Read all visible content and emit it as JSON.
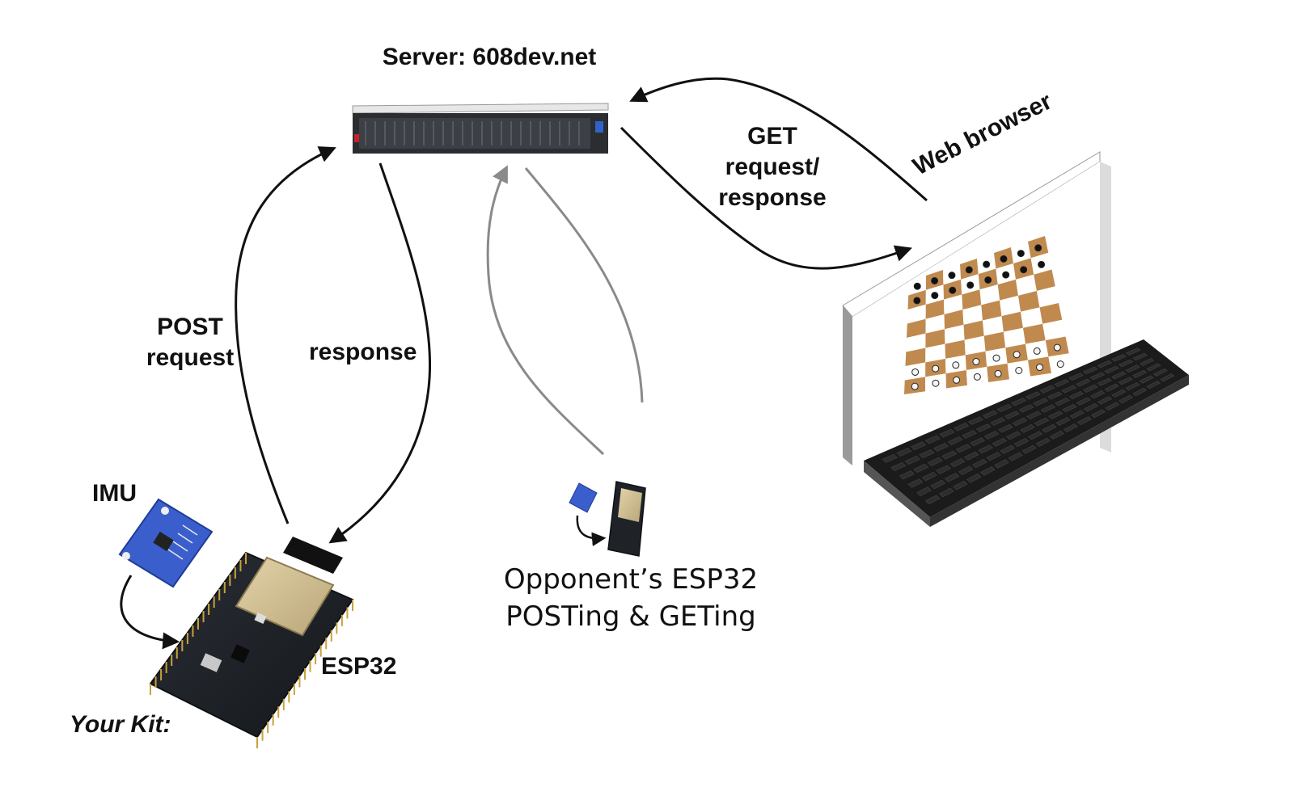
{
  "server": {
    "title": "Server: 608dev.net"
  },
  "edges": {
    "post": "POST\nrequest",
    "response": "response",
    "get": "GET\nrequest/\nresponse"
  },
  "browser": {
    "label": "Web browser"
  },
  "kit": {
    "imu": "IMU",
    "esp32": "ESP32",
    "title": "Your Kit:"
  },
  "opponent": {
    "label": "Opponent’s ESP32\nPOSTing & GETing"
  },
  "colors": {
    "primary_arrow": "#111111",
    "secondary_arrow": "#8a8a8a",
    "board_dark": "#c08a4f",
    "board_light": "#ffffff",
    "pcb": "#1f2328",
    "imu_board": "#3a5fcd"
  },
  "icons": [
    "server-rack-icon",
    "monitor-icon",
    "keyboard-icon",
    "chessboard-icon",
    "esp32-board-icon",
    "imu-sensor-icon"
  ]
}
